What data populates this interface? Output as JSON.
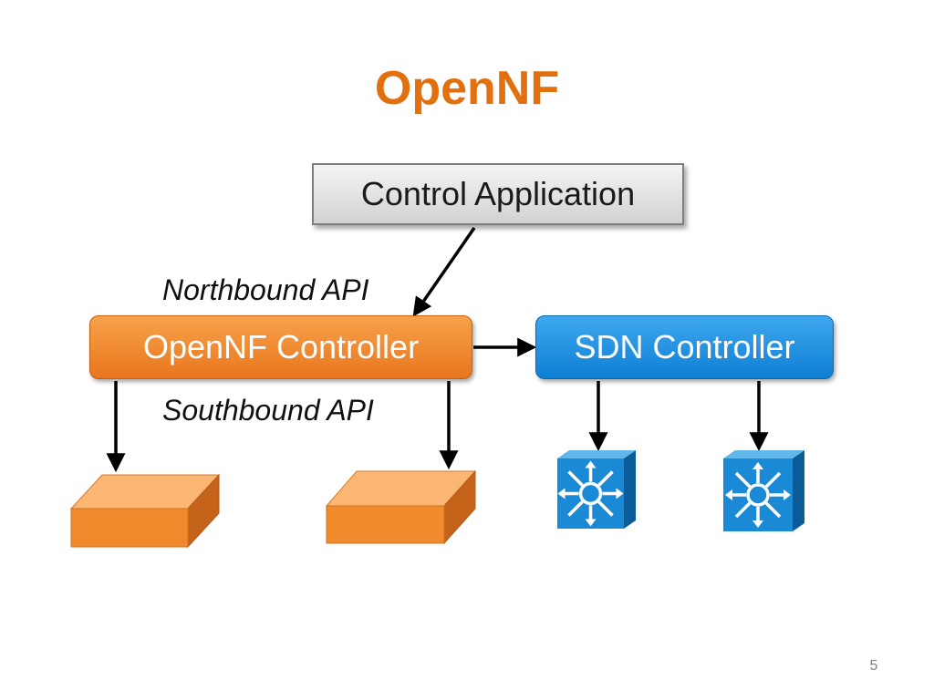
{
  "slide": {
    "title": "OpenNF",
    "page_number": "5"
  },
  "nodes": {
    "control_application": "Control Application",
    "opennf_controller": "OpenNF Controller",
    "sdn_controller": "SDN Controller"
  },
  "labels": {
    "northbound": "Northbound API",
    "southbound": "Southbound API"
  },
  "icons": {
    "network_function": "network-function-box-icon",
    "switch": "sdn-switch-icon"
  },
  "colors": {
    "title": "#e2700f",
    "opennf": "#f08a2c",
    "sdn": "#1a8ee0",
    "control_app": "#e0e0e0"
  }
}
